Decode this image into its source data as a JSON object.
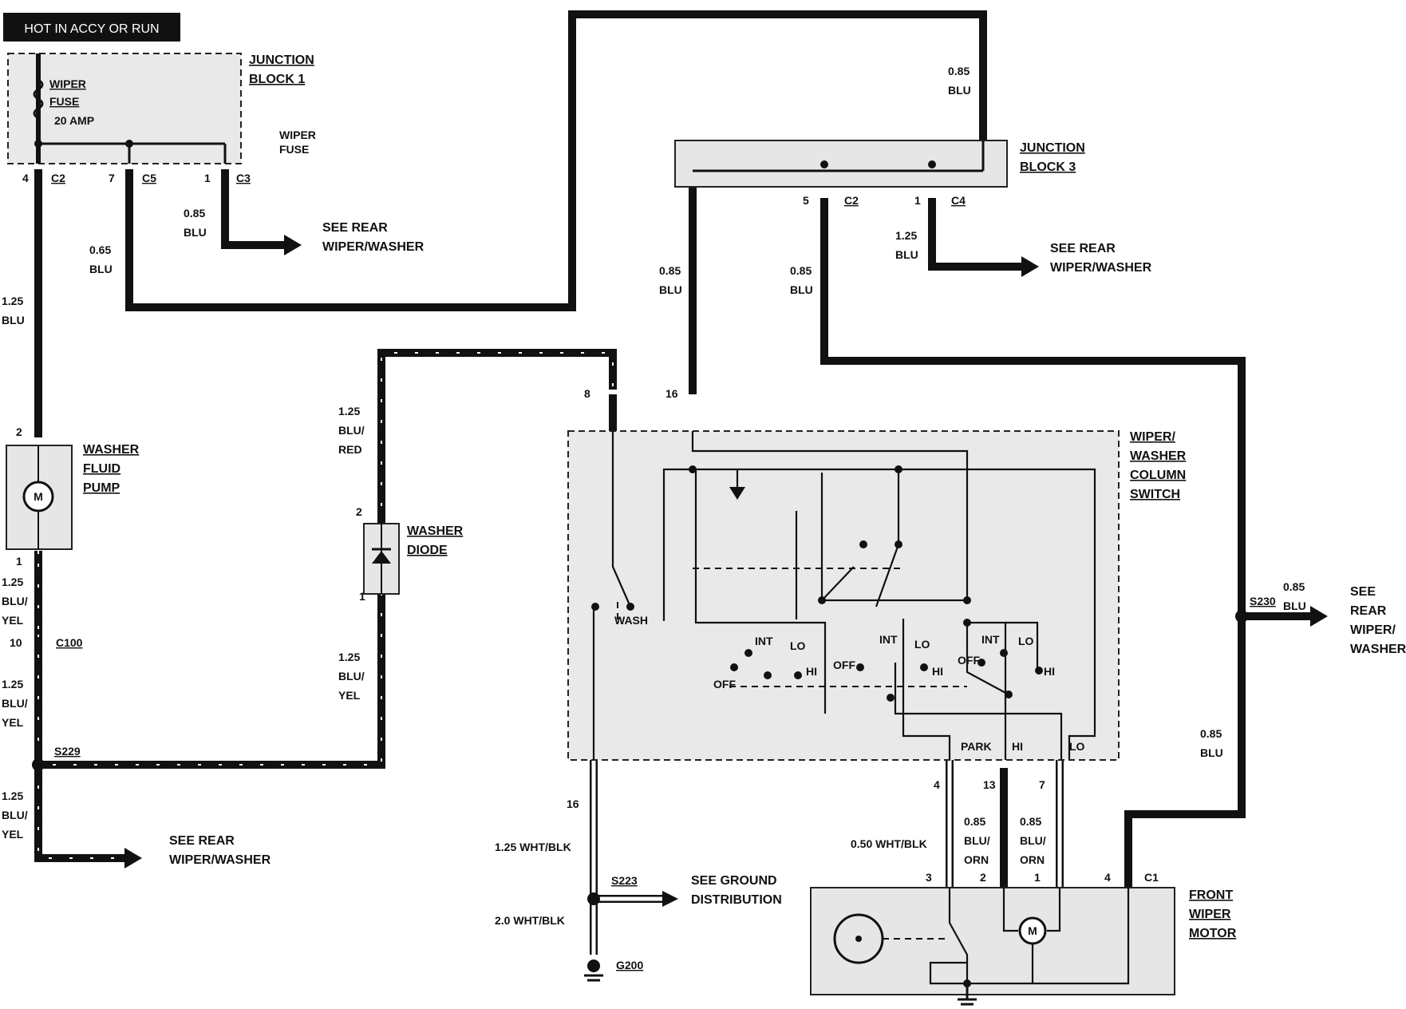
{
  "header": {
    "power_label": "HOT IN ACCY OR RUN"
  },
  "junction_block_1": {
    "title_line1": "JUNCTION",
    "title_line2": "BLOCK 1",
    "fuse_name_line1": "WIPER",
    "fuse_name_line2": "FUSE",
    "fuse_rating": "20 AMP",
    "fuse_side_line1": "WIPER",
    "fuse_side_line2": "FUSE",
    "connectors": [
      {
        "pin": "4",
        "name": "C2"
      },
      {
        "pin": "7",
        "name": "C5"
      },
      {
        "pin": "1",
        "name": "C3"
      }
    ]
  },
  "junction_block_3": {
    "title_line1": "JUNCTION",
    "title_line2": "BLOCK 3",
    "connectors": [
      {
        "pin": "5",
        "name": "C2"
      },
      {
        "pin": "1",
        "name": "C4"
      }
    ]
  },
  "wires": {
    "w_top_085": [
      "0.85",
      "BLU"
    ],
    "w_c3_085": [
      "0.85",
      "BLU"
    ],
    "w_c5_065": [
      "0.65",
      "BLU"
    ],
    "w_pump_125": [
      "1.25",
      "BLU"
    ],
    "w_jb3_left_085": [
      "0.85",
      "BLU"
    ],
    "w_jb3_c2_085": [
      "0.85",
      "BLU"
    ],
    "w_jb3_c4_125": [
      "1.25",
      "BLU"
    ],
    "w_diode_top": [
      "1.25",
      "BLU/",
      "RED"
    ],
    "w_diode_bot": [
      "1.25",
      "BLU/",
      "YEL"
    ],
    "w_pump_bot": [
      "1.25",
      "BLU/",
      "YEL"
    ],
    "w_c100_bot": [
      "1.25",
      "BLU/",
      "YEL"
    ],
    "w_s229_bot": [
      "1.25",
      "BLU/",
      "YEL"
    ],
    "w_s230_right": [
      "0.85",
      "BLU"
    ],
    "w_s230_down": [
      "0.85",
      "BLU"
    ],
    "w_gnd_top": "1.25 WHT/BLK",
    "w_gnd_bot": "2.0 WHT/BLK",
    "w_motor_3": "0.50 WHT/BLK",
    "w_motor_2": [
      "0.85",
      "BLU/",
      "ORN"
    ],
    "w_motor_1": [
      "0.85",
      "BLU/",
      "ORN"
    ]
  },
  "references": {
    "rear_ww_1": [
      "SEE REAR",
      "WIPER/WASHER"
    ],
    "rear_ww_2": [
      "SEE REAR",
      "WIPER/WASHER"
    ],
    "rear_ww_3": [
      "SEE REAR",
      "WIPER/WASHER"
    ],
    "rear_ww_4": [
      "SEE",
      "REAR",
      "WIPER/",
      "WASHER"
    ],
    "ground_dist": [
      "SEE GROUND",
      "DISTRIBUTION"
    ]
  },
  "components": {
    "washer_pump": [
      "WASHER",
      "FLUID",
      "PUMP"
    ],
    "washer_diode": [
      "WASHER",
      "DIODE"
    ],
    "column_switch": [
      "WIPER/",
      "WASHER",
      "COLUMN",
      "SWITCH"
    ],
    "front_motor": [
      "FRONT",
      "WIPER",
      "MOTOR"
    ]
  },
  "switch_labels": {
    "wash": "WASH",
    "int": "INT",
    "lo": "LO",
    "hi": "HI",
    "off": "OFF",
    "park": "PARK"
  },
  "pins": {
    "pump_top": "2",
    "pump_bot": "1",
    "c100_pin": "10",
    "c100_name": "C100",
    "diode_top": "2",
    "diode_bot": "1",
    "switch_8": "8",
    "switch_16_top": "16",
    "switch_16_bot": "16",
    "switch_4": "4",
    "switch_13": "13",
    "switch_7": "7",
    "motor_3": "3",
    "motor_2": "2",
    "motor_1": "1",
    "motor_4": "4",
    "motor_c1": "C1",
    "motor_symbol": "M",
    "pump_symbol": "M"
  },
  "splices": {
    "s229": "S229",
    "s230": "S230",
    "s223": "S223",
    "g200": "G200"
  }
}
